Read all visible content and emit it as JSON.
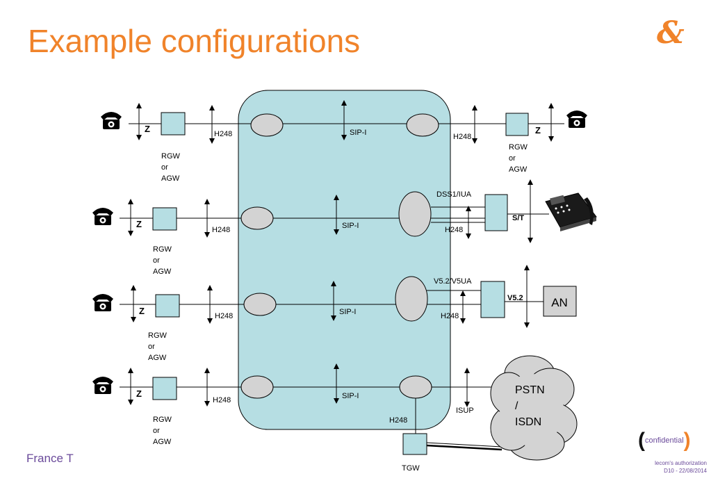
{
  "slide": {
    "title": "Example configurations",
    "footer": "France T",
    "confidential": "confidential",
    "auth_line": "lecom's authorization",
    "doc_ref": "D10 - 22/08/2014"
  },
  "colors": {
    "title": "#f0832a",
    "core_fill": "#b6dee3",
    "node_fill": "#d3d3d3",
    "gateway_fill": "#b6dee3",
    "an_fill": "#d3d3d3"
  },
  "diagram": {
    "sip": "SIP-I",
    "h248": "H248",
    "z": "Z",
    "gw_line1": "RGW",
    "gw_line2": "or",
    "gw_line3": "AGW",
    "dss1": "DSS1/IUA",
    "st": "S/T",
    "v5ua": "V5.2/V5UA",
    "v52": "V5.2",
    "an": "AN",
    "isup": "ISUP",
    "pstn1": "PSTN",
    "pstn2": "/",
    "pstn3": "ISDN",
    "tgw": "TGW"
  }
}
